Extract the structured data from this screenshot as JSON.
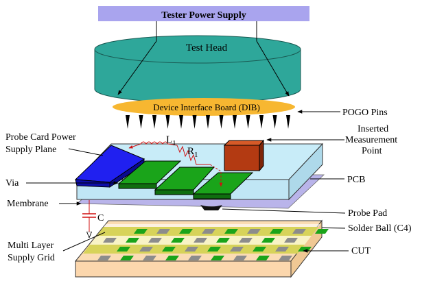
{
  "labels": {
    "tester_power_supply": "Tester Power Supply",
    "test_head": "Test Head",
    "dib": "Device Interface Board (DIB)",
    "pogo_pins": "POGO Pins",
    "probe_card_power_line1": "Probe Card Power",
    "probe_card_power_line2": "Supply  Plane",
    "inserted_line1": "Inserted",
    "inserted_line2": "Measurement",
    "inserted_line3": "Point",
    "l1": "L",
    "l1_sub": "1",
    "r1": "R",
    "r1_sub": "1",
    "via": "Via",
    "pcb": "PCB",
    "membrane": "Membrane",
    "c": "C",
    "probe_pad": "Probe Pad",
    "solder_ball": "Solder Ball (C4)",
    "multi_layer_line1": "Multi Layer",
    "multi_layer_line2": "Supply Grid",
    "cut": "CUT"
  },
  "colors": {
    "power_bar": "#a9a4ee",
    "test_head": "#2ea79a",
    "dib": "#f7b731",
    "pcb": "#c0e6f5",
    "membrane": "#b9b4ea",
    "probe_card_plane": "#1010e0",
    "probe_pad": "#1aa41a",
    "measurement_point": "#b33a12",
    "cut": "#fbdcb4",
    "supply_stripe": "#d7d35a",
    "resistor_wire": "#d01010"
  },
  "icons": {
    "pogo_pin": "downward-cone-pin",
    "solder_ball": "black-dome",
    "capacitor": "capacitor-symbol"
  }
}
